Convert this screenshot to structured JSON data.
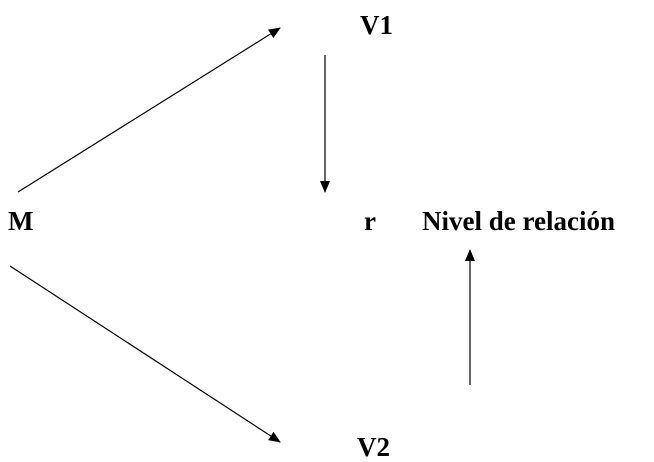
{
  "labels": {
    "v1": "V1",
    "m": "M",
    "r": "r",
    "nivel": "Nivel de relación",
    "v2": "V2"
  },
  "colors": {
    "stroke": "#000000",
    "background": "#ffffff"
  }
}
